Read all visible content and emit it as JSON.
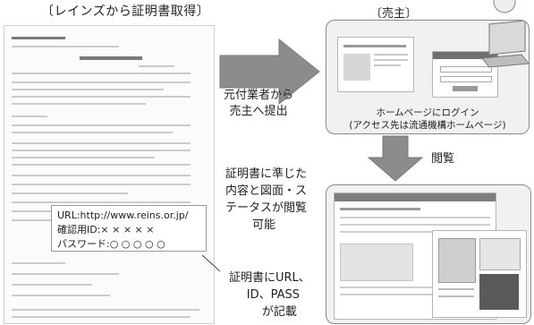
{
  "title": "〔レインズから証明書取得〕",
  "seller_label": "〔売主〕",
  "callout": {
    "url_line": "URL:http://www.reins.or.jp/",
    "id_line": "確認用ID:× × × × ×",
    "pass_line": "パスワード:○ ○ ○ ○ ○"
  },
  "arrow_top_label": [
    "元付業者から",
    "売主へ提出"
  ],
  "login_caption": [
    "ホームページにログイン",
    "(アクセス先は流通機構ホームページ)"
  ],
  "browse_label": "閲覧",
  "middle_text": [
    "証明書に準じた",
    "内容と図面・ス",
    "テータスが閲覧",
    "可能"
  ],
  "bottom_text": [
    "証明書にURL、",
    "ID、PASS",
    "が記載"
  ],
  "colors": {
    "arrow": "#8c8c8c",
    "panel_bg": "#f1f1f1",
    "border": "#8a8a8a"
  }
}
